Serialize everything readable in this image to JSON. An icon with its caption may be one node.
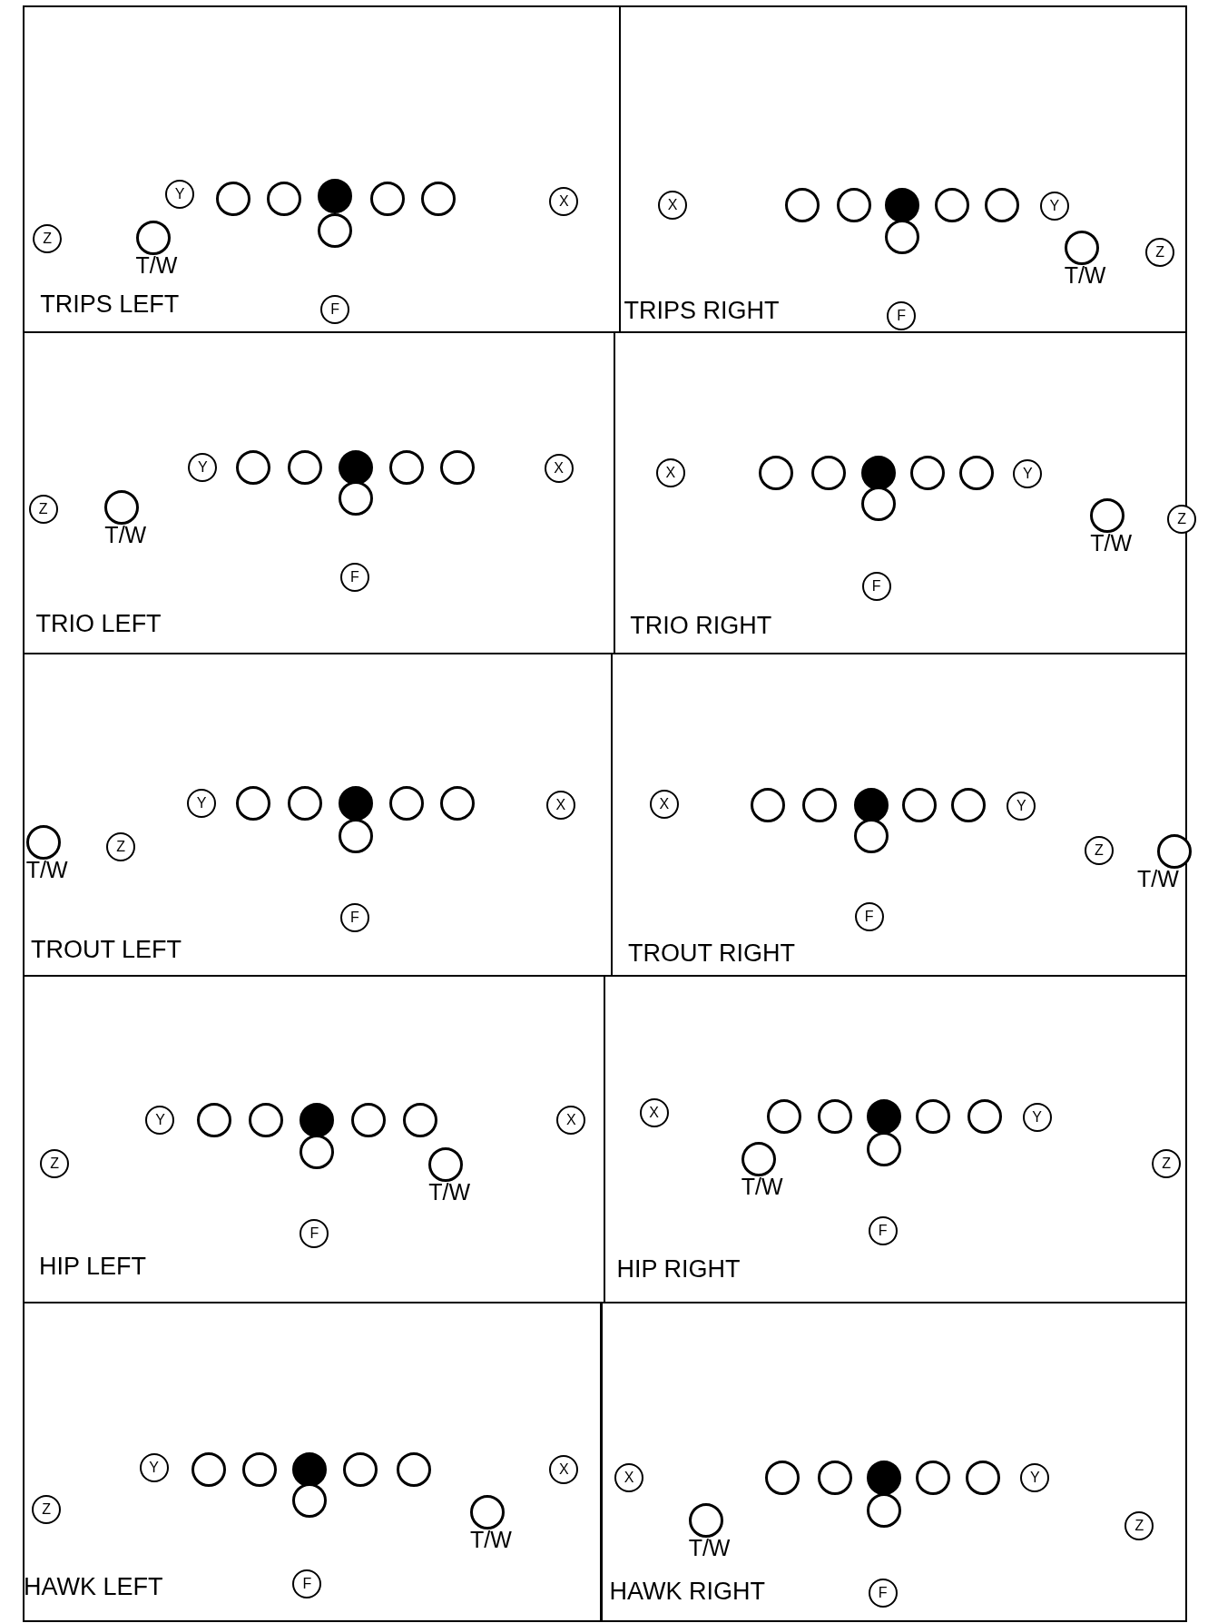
{
  "diagram": {
    "nodes": [
      {
        "text": [
          "TRIPS LEFT"
        ]
      },
      {
        "text": [
          "Y"
        ],
        "in": 0
      },
      {
        "text": [],
        "shape": "circle",
        "in": 0
      },
      {
        "text": [],
        "shape": "circle",
        "in": 0
      },
      {
        "text": [],
        "shape": "dot",
        "in": 0
      },
      {
        "text": [],
        "shape": "circle",
        "in": 0
      },
      {
        "text": [],
        "shape": "circle",
        "in": 0
      },
      {
        "text": [
          "X"
        ],
        "in": 0
      },
      {
        "text": [],
        "shape": "circle",
        "in": 0
      },
      {
        "text": [],
        "shape": "circle",
        "beside": [
          "T/W"
        ],
        "in": 0
      },
      {
        "text": [
          "Z"
        ],
        "in": 0
      },
      {
        "text": [
          "F"
        ],
        "in": 0
      },
      {
        "text": [
          "TRIPS RIGHT"
        ]
      },
      {
        "text": [
          "Y"
        ],
        "in": 12
      },
      {
        "text": [],
        "shape": "circle",
        "in": 12
      },
      {
        "text": [],
        "shape": "circle",
        "in": 12
      },
      {
        "text": [],
        "shape": "dot",
        "in": 12
      },
      {
        "text": [],
        "shape": "circle",
        "in": 12
      },
      {
        "text": [],
        "shape": "circle",
        "in": 12
      },
      {
        "text": [
          "X"
        ],
        "in": 12
      },
      {
        "text": [],
        "shape": "circle",
        "in": 12
      },
      {
        "text": [],
        "shape": "circle",
        "beside": [
          "T/W"
        ],
        "in": 12
      },
      {
        "text": [
          "Z"
        ],
        "in": 12
      },
      {
        "text": [
          "F"
        ],
        "in": 12
      },
      {
        "text": [
          "TRIO LEFT"
        ]
      },
      {
        "text": [
          "Y"
        ],
        "in": 24
      },
      {
        "text": [],
        "shape": "circle",
        "in": 24
      },
      {
        "text": [],
        "shape": "circle",
        "in": 24
      },
      {
        "text": [],
        "shape": "dot",
        "in": 24
      },
      {
        "text": [],
        "shape": "circle",
        "in": 24
      },
      {
        "text": [],
        "shape": "circle",
        "in": 24
      },
      {
        "text": [
          "X"
        ],
        "in": 24
      },
      {
        "text": [],
        "shape": "circle",
        "in": 24
      },
      {
        "text": [],
        "shape": "circle",
        "beside": [
          "T/W"
        ],
        "in": 24
      },
      {
        "text": [
          "Z"
        ],
        "in": 24
      },
      {
        "text": [
          "F"
        ],
        "in": 24
      },
      {
        "text": [
          "TRIO RIGHT"
        ]
      },
      {
        "text": [
          "Y"
        ],
        "in": 36
      },
      {
        "text": [],
        "shape": "circle",
        "in": 36
      },
      {
        "text": [],
        "shape": "circle",
        "in": 36
      },
      {
        "text": [],
        "shape": "dot",
        "in": 36
      },
      {
        "text": [],
        "shape": "circle",
        "in": 36
      },
      {
        "text": [],
        "shape": "circle",
        "in": 36
      },
      {
        "text": [
          "X"
        ],
        "in": 36
      },
      {
        "text": [],
        "shape": "circle",
        "in": 36
      },
      {
        "text": [],
        "shape": "circle",
        "beside": [
          "T/W"
        ],
        "in": 36
      },
      {
        "text": [
          "Z"
        ],
        "in": 36
      },
      {
        "text": [
          "F"
        ],
        "in": 36
      },
      {
        "text": [
          "TROUT LEFT"
        ]
      },
      {
        "text": [
          "Y"
        ],
        "in": 48
      },
      {
        "text": [],
        "shape": "circle",
        "in": 48
      },
      {
        "text": [],
        "shape": "circle",
        "in": 48
      },
      {
        "text": [],
        "shape": "dot",
        "in": 48
      },
      {
        "text": [],
        "shape": "circle",
        "in": 48
      },
      {
        "text": [],
        "shape": "circle",
        "in": 48
      },
      {
        "text": [
          "X"
        ],
        "in": 48
      },
      {
        "text": [],
        "shape": "circle",
        "in": 48
      },
      {
        "text": [],
        "shape": "circle",
        "beside": [
          "T/W"
        ],
        "in": 48
      },
      {
        "text": [
          "Z"
        ],
        "in": 48
      },
      {
        "text": [
          "F"
        ],
        "in": 48
      },
      {
        "text": [
          "TROUT RIGHT"
        ]
      },
      {
        "text": [
          "Y"
        ],
        "in": 60
      },
      {
        "text": [],
        "shape": "circle",
        "in": 60
      },
      {
        "text": [],
        "shape": "circle",
        "in": 60
      },
      {
        "text": [],
        "shape": "dot",
        "in": 60
      },
      {
        "text": [],
        "shape": "circle",
        "in": 60
      },
      {
        "text": [],
        "shape": "circle",
        "in": 60
      },
      {
        "text": [
          "X"
        ],
        "in": 60
      },
      {
        "text": [],
        "shape": "circle",
        "in": 60
      },
      {
        "text": [],
        "shape": "circle",
        "beside": [
          "T/W"
        ],
        "in": 60
      },
      {
        "text": [
          "Z"
        ],
        "in": 60
      },
      {
        "text": [
          "F"
        ],
        "in": 60
      },
      {
        "text": [
          "HIP LEFT"
        ]
      },
      {
        "text": [
          "Y"
        ],
        "in": 72
      },
      {
        "text": [],
        "shape": "circle",
        "in": 72
      },
      {
        "text": [],
        "shape": "circle",
        "in": 72
      },
      {
        "text": [],
        "shape": "dot",
        "in": 72
      },
      {
        "text": [],
        "shape": "circle",
        "in": 72
      },
      {
        "text": [],
        "shape": "circle",
        "in": 72
      },
      {
        "text": [
          "X"
        ],
        "in": 72
      },
      {
        "text": [],
        "shape": "circle",
        "in": 72
      },
      {
        "text": [],
        "shape": "circle",
        "beside": [
          "T/W"
        ],
        "in": 72
      },
      {
        "text": [
          "Z"
        ],
        "in": 72
      },
      {
        "text": [
          "F"
        ],
        "in": 72
      },
      {
        "text": [
          "HIP RIGHT"
        ]
      },
      {
        "text": [
          "Y"
        ],
        "in": 84
      },
      {
        "text": [],
        "shape": "circle",
        "in": 84
      },
      {
        "text": [],
        "shape": "circle",
        "in": 84
      },
      {
        "text": [],
        "shape": "dot",
        "in": 84
      },
      {
        "text": [],
        "shape": "circle",
        "in": 84
      },
      {
        "text": [],
        "shape": "circle",
        "in": 84
      },
      {
        "text": [
          "X"
        ],
        "in": 84
      },
      {
        "text": [],
        "shape": "circle",
        "in": 84
      },
      {
        "text": [],
        "shape": "circle",
        "beside": [
          "T/W"
        ],
        "in": 84
      },
      {
        "text": [
          "Z"
        ],
        "in": 84
      },
      {
        "text": [
          "F"
        ],
        "in": 84
      },
      {
        "text": [
          "HAWK LEFT"
        ]
      },
      {
        "text": [
          "Y"
        ],
        "in": 96
      },
      {
        "text": [],
        "shape": "circle",
        "in": 96
      },
      {
        "text": [],
        "shape": "circle",
        "in": 96
      },
      {
        "text": [],
        "shape": "dot",
        "in": 96
      },
      {
        "text": [],
        "shape": "circle",
        "in": 96
      },
      {
        "text": [],
        "shape": "circle",
        "in": 96
      },
      {
        "text": [
          "X"
        ],
        "in": 96
      },
      {
        "text": [],
        "shape": "circle",
        "in": 96
      },
      {
        "text": [],
        "shape": "circle",
        "beside": [
          "T/W"
        ],
        "in": 96
      },
      {
        "text": [
          "Z"
        ],
        "in": 96
      },
      {
        "text": [
          "F"
        ],
        "in": 96
      },
      {
        "text": [
          "HAWK RIGHT"
        ]
      },
      {
        "text": [
          "Y"
        ],
        "in": 108
      },
      {
        "text": [],
        "shape": "circle",
        "in": 108
      },
      {
        "text": [],
        "shape": "circle",
        "in": 108
      },
      {
        "text": [],
        "shape": "dot",
        "in": 108
      },
      {
        "text": [],
        "shape": "circle",
        "in": 108
      },
      {
        "text": [],
        "shape": "circle",
        "in": 108
      },
      {
        "text": [
          "X"
        ],
        "in": 108
      },
      {
        "text": [],
        "shape": "circle",
        "in": 108
      },
      {
        "text": [],
        "shape": "circle",
        "beside": [
          "T/W"
        ],
        "in": 108
      },
      {
        "text": [
          "Z"
        ],
        "in": 108
      },
      {
        "text": [
          "F"
        ],
        "in": 108
      }
    ]
  }
}
